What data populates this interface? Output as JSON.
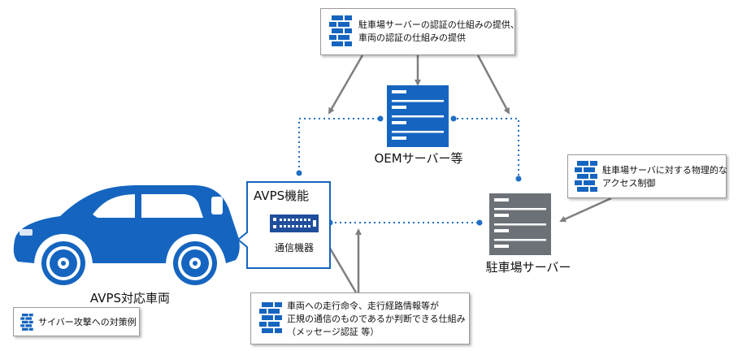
{
  "note_top": {
    "line1": "駐車場サーバーの認証の仕組みの提供、",
    "line2": "車両の認証の仕組みの提供"
  },
  "note_right": {
    "line1": "駐車場サーバに対する物理的な",
    "line2": "アクセス制御"
  },
  "note_bottom": {
    "line1": "車両への走行命令、走行経路情報等が",
    "line2": "正規の通信のものであるか判断できる仕組み",
    "line3": "（メッセージ認証 等）"
  },
  "legend": {
    "text": "サイバー攻撃への対策例"
  },
  "oem_server": {
    "label": "OEMサーバー等"
  },
  "parking_server": {
    "label": "駐車場サーバー"
  },
  "avps": {
    "title": "AVPS機能",
    "device_label": "通信機器"
  },
  "car": {
    "label": "AVPS対応車両"
  },
  "colors": {
    "blue": "#1565c0",
    "gray": "#6c7177",
    "arrow": "#7f7f7f",
    "dotted": "#1f6fc5"
  },
  "icons": {
    "countermeasure": "firewall-icon",
    "server": "server-icon",
    "device": "comm-device-icon",
    "vehicle": "car-icon"
  }
}
